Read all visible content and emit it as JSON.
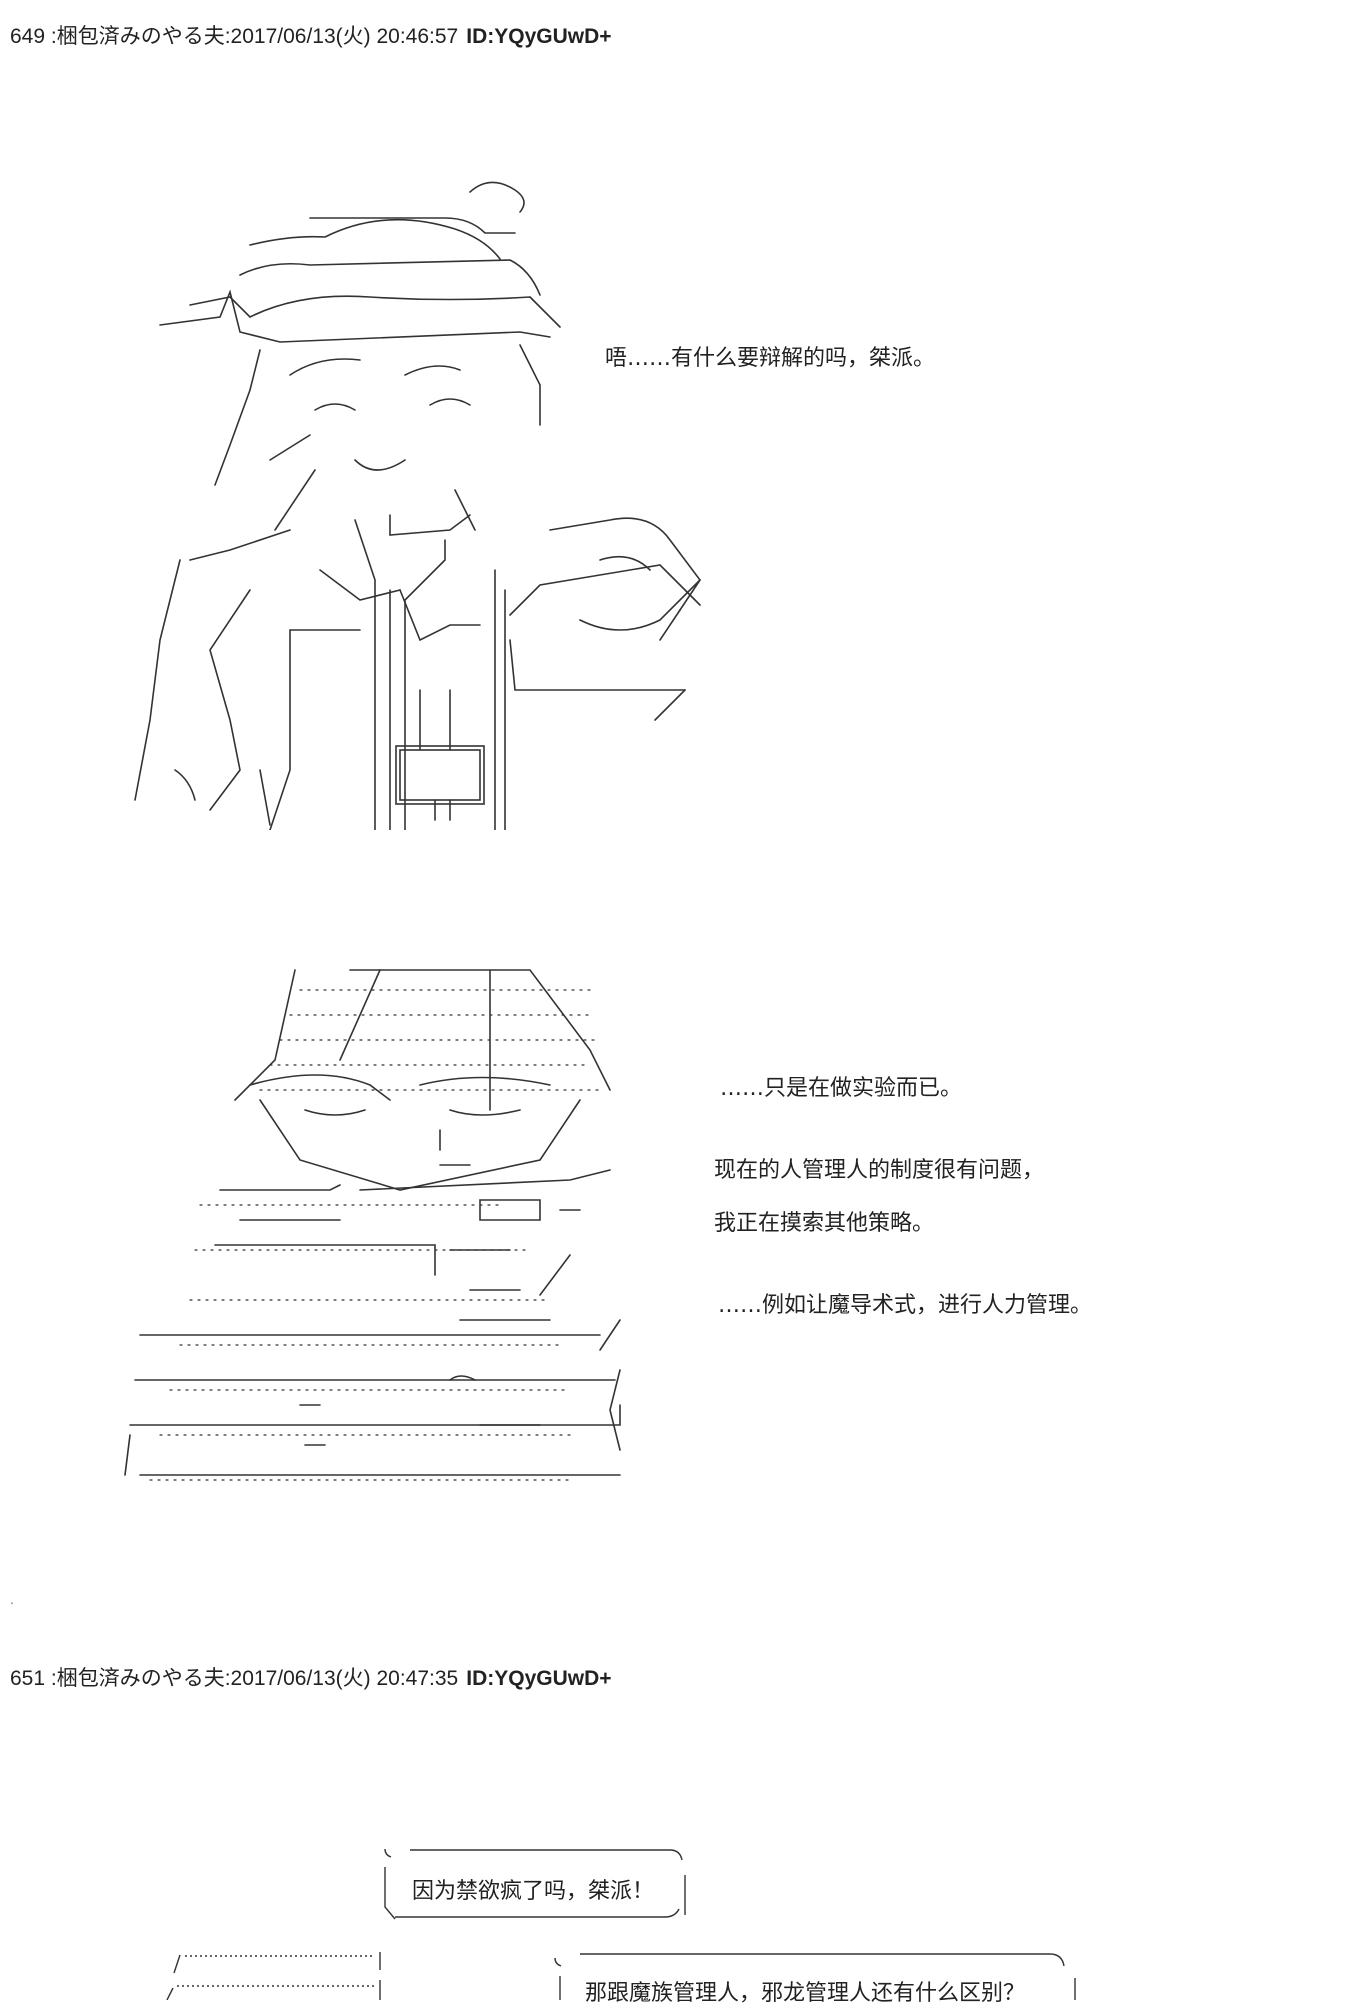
{
  "posts": [
    {
      "number": "649",
      "separator": " :",
      "name": "梱包済みのやる夫",
      "date": ":2017/06/13(火) 20:46:57",
      "id": "ID:YQyGUwD+"
    },
    {
      "number": "651",
      "separator": " :",
      "name": "梱包済みのやる夫",
      "date": ":2017/06/13(火) 20:47:35",
      "id": "ID:YQyGUwD+"
    }
  ],
  "dialogue": {
    "line1": "唔……有什么要辩解的吗，桀派。",
    "line2": "……只是在做实验而已。",
    "line3": "现在的人管理人的制度很有问题，",
    "line4": "我正在摸索其他策略。",
    "line5": "……例如让魔导术式，进行人力管理。"
  },
  "bubbles": {
    "b1": "因为禁欲疯了吗，桀派！",
    "b2": "那跟魔族管理人，邪龙管理人还有什么区别？"
  },
  "marks": {
    "dot": "."
  }
}
